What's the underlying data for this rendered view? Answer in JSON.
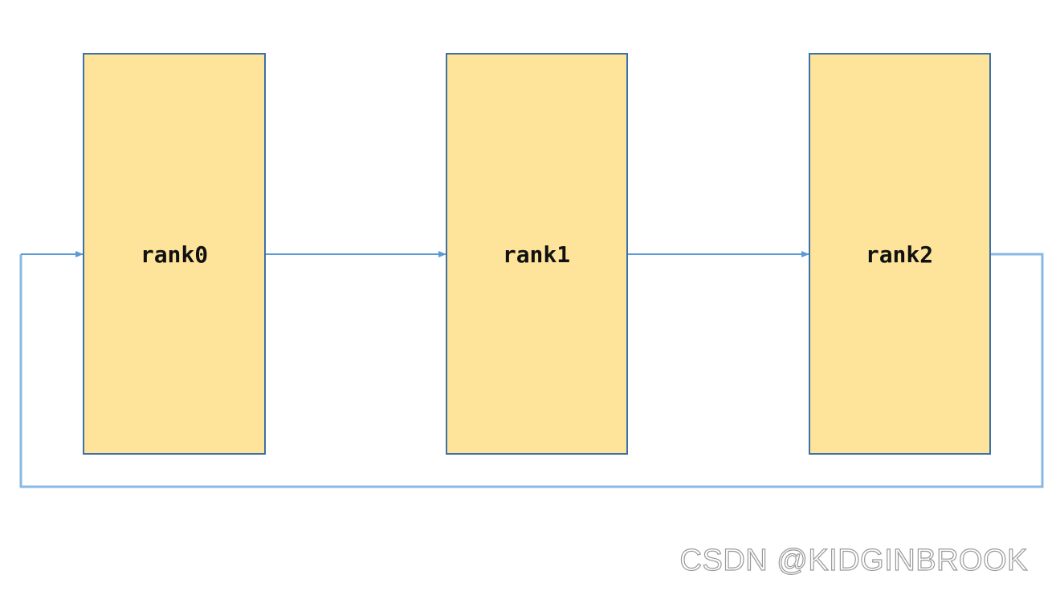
{
  "nodes": [
    {
      "label": "rank0"
    },
    {
      "label": "rank1"
    },
    {
      "label": "rank2"
    }
  ],
  "edges": [
    {
      "from": "rank0",
      "to": "rank1"
    },
    {
      "from": "rank1",
      "to": "rank2"
    },
    {
      "from": "rank2",
      "to": "rank0"
    }
  ],
  "colors": {
    "box_fill": "#fde49a",
    "box_border": "#3d6fa8",
    "arrow": "#5b9bd5"
  },
  "watermark": "CSDN @KIDGINBROOK"
}
